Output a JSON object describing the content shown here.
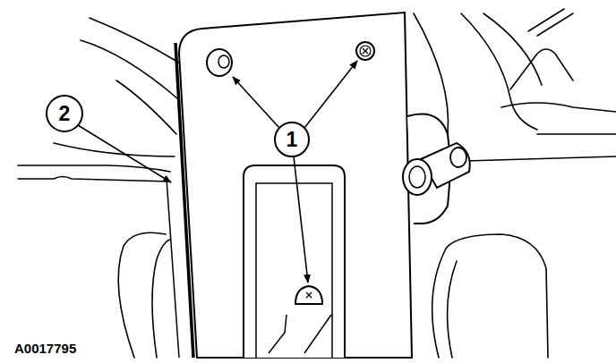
{
  "diagram": {
    "labels": [
      "1",
      "2",
      "A0017795"
    ]
  }
}
